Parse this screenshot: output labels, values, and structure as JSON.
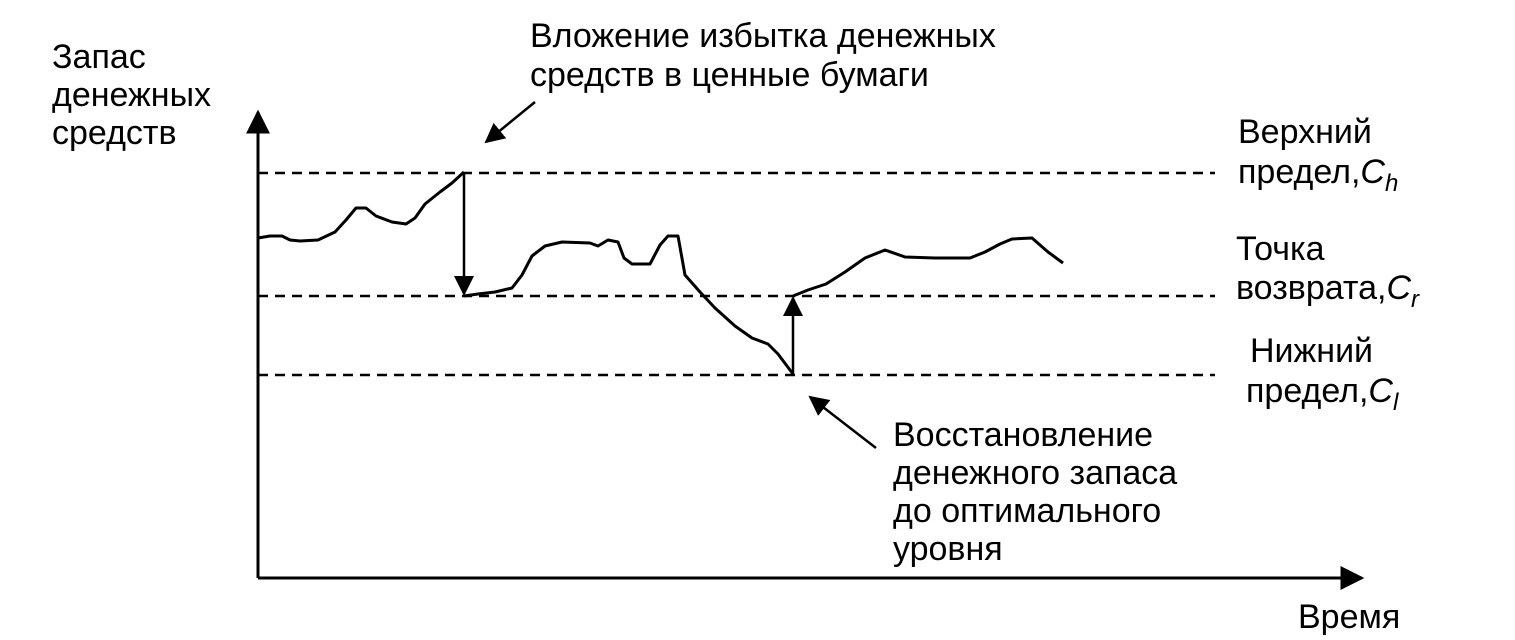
{
  "y_axis_label": [
    "Запас",
    "денежных",
    "средств"
  ],
  "x_axis_label": "Время",
  "levels": {
    "upper": {
      "line1": "Верхний",
      "line2_text": "предел,",
      "symbol": "C",
      "subscript": "h"
    },
    "return": {
      "line1": "Точка",
      "line2_text": "возврата,",
      "symbol": "C",
      "subscript": "r"
    },
    "lower": {
      "line1": "Нижний",
      "line2_text": "предел,",
      "symbol": "C",
      "subscript": "l"
    }
  },
  "annotations": {
    "invest": [
      "Вложение избытка денежных",
      "средств в ценные бумаги"
    ],
    "restore": [
      "Восстановление",
      "денежного запаса",
      "до оптимального",
      "уровня"
    ]
  },
  "colors": {
    "ink": "#000000",
    "background": "#ffffff"
  }
}
